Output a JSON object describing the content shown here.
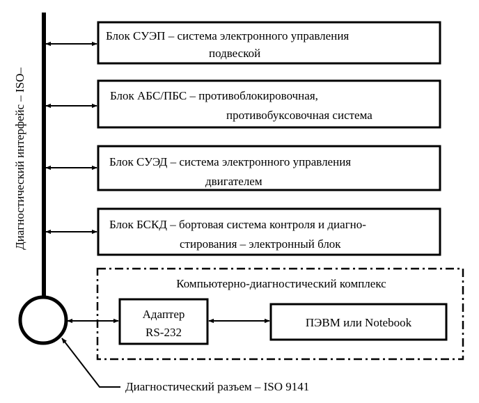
{
  "bus": {
    "label": "Диагностический интерфейс – ISO–"
  },
  "blocks": [
    {
      "line1": "Блок СУЭП – система электронного управления",
      "line2": "подвеской"
    },
    {
      "line1": "Блок АБС/ПБС – противоблокировочная,",
      "line2": "противобуксовочная система"
    },
    {
      "line1": "Блок СУЭД – система электронного управления",
      "line2": "двигателем"
    },
    {
      "line1": "Блок БСКД – бортовая система контроля и диагно-",
      "line2": "стирования – электронный блок"
    }
  ],
  "complex": {
    "title": "Компьютерно-диагностический комплекс",
    "adapter_line1": "Адаптер",
    "adapter_line2": "RS-232",
    "pc_label": "ПЭВМ или Notebook"
  },
  "connector": {
    "label": "Диагностический разъем – ISO 9141"
  }
}
